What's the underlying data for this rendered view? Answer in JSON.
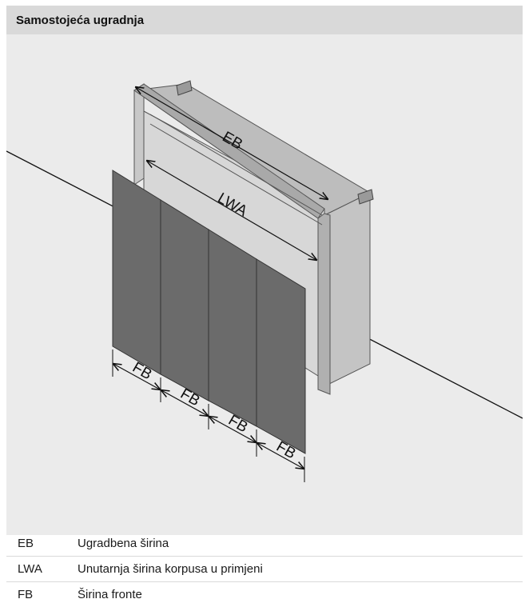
{
  "header": {
    "title": "Samostojeća ugradnja"
  },
  "diagram": {
    "labels": {
      "eb": "EB",
      "lwa": "LWA",
      "fb": "FB"
    },
    "colors": {
      "front_panel": "#6b6b6b",
      "cabinet_side": "#c8c8c8",
      "cabinet_inner": "#d7d7d7",
      "background": "#ebebeb"
    }
  },
  "legend": {
    "rows": [
      {
        "abbr": "EB",
        "desc": "Ugradbena širina"
      },
      {
        "abbr": "LWA",
        "desc": "Unutarnja širina korpusa u primjeni"
      },
      {
        "abbr": "FB",
        "desc": "Širina fronte"
      }
    ]
  }
}
